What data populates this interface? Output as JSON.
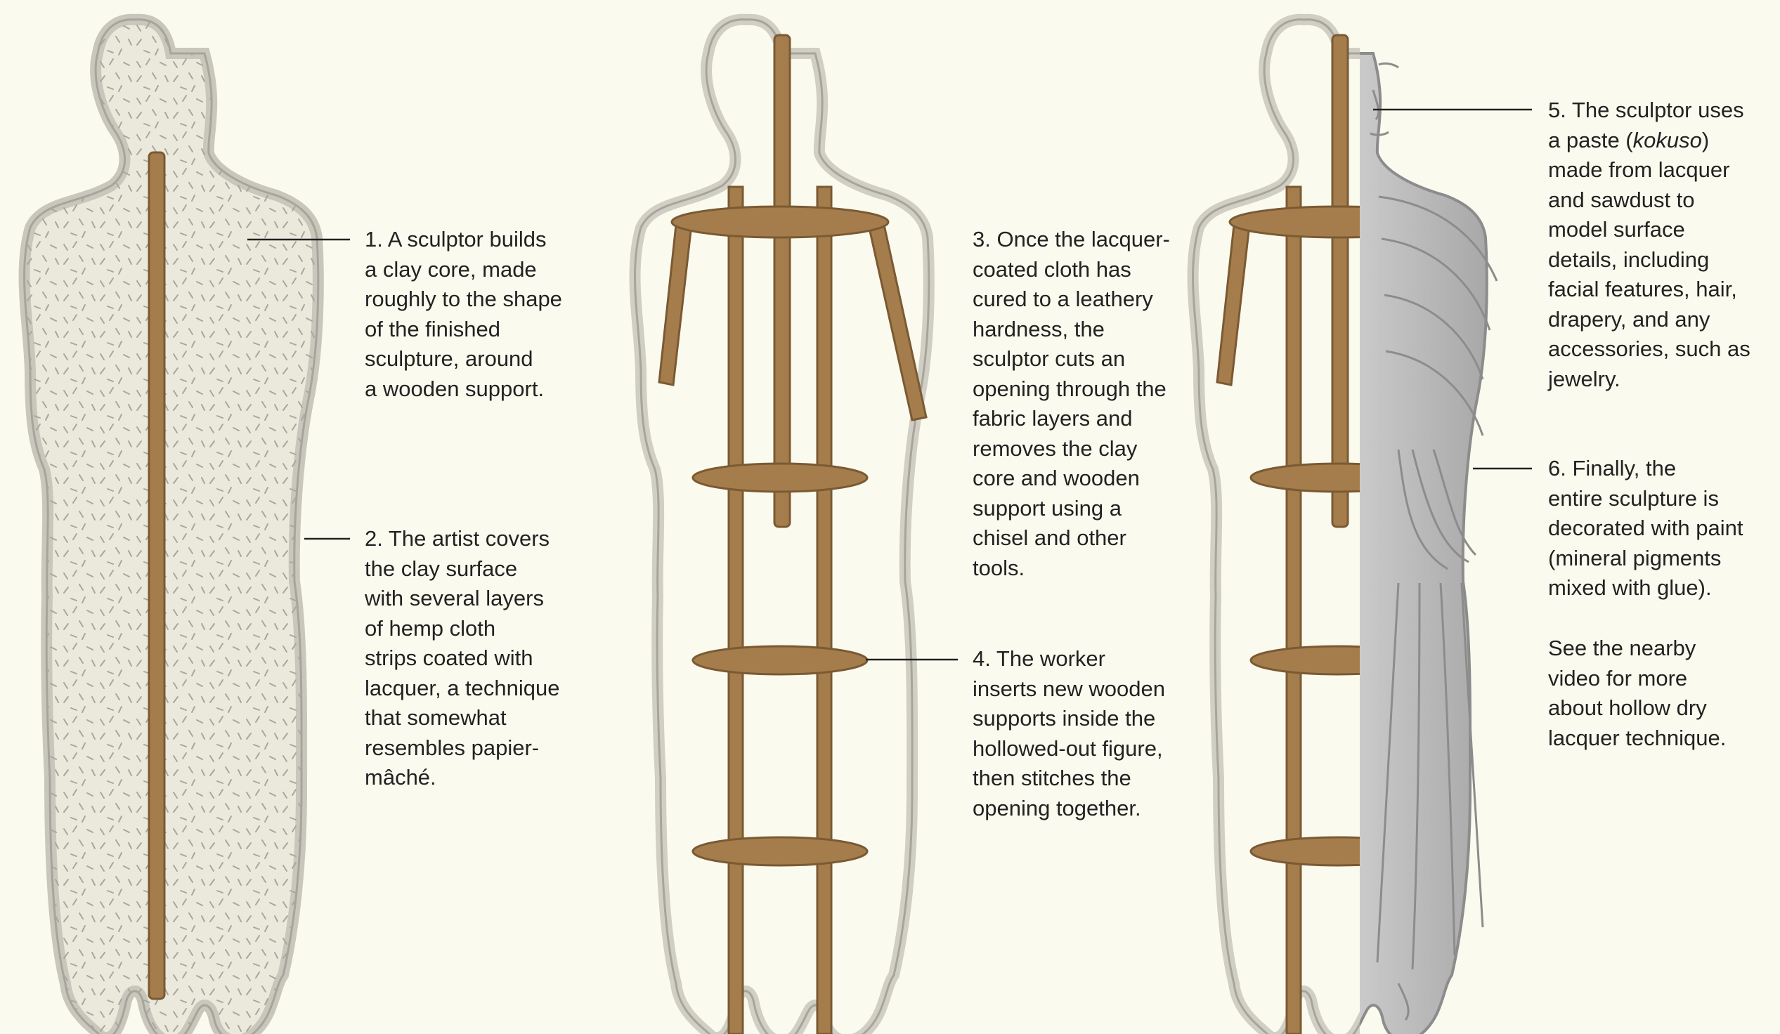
{
  "steps": [
    {
      "id": 1,
      "lines": [
        "1. A sculptor builds",
        "a clay core, made",
        "roughly to the shape",
        "of the finished",
        "sculpture, around",
        "a wooden support."
      ]
    },
    {
      "id": 2,
      "lines": [
        "2. The artist covers",
        "the clay surface",
        "with several layers",
        "of hemp cloth",
        "strips coated with",
        "lacquer, a technique",
        "that somewhat",
        "resembles papier-",
        "mâché."
      ]
    },
    {
      "id": 3,
      "lines": [
        "3. Once the lacquer-",
        "coated cloth has",
        "cured to a leathery",
        "hardness, the",
        "sculptor cuts an",
        "opening through the",
        "fabric layers and",
        "removes the clay",
        "core and wooden",
        "support using a",
        "chisel and other",
        "tools."
      ]
    },
    {
      "id": 4,
      "lines": [
        "4. The worker",
        "inserts new wooden",
        "supports inside the",
        "hollowed-out figure,",
        "then stitches the",
        "opening together."
      ]
    },
    {
      "id": 5,
      "line1": "5. The sculptor uses",
      "line2_pre": "a paste (",
      "line2_term": "kokuso",
      "line2_post": ")",
      "lines_rest": [
        "made from lacquer",
        "and sawdust to",
        "model surface",
        "details, including",
        "facial features, hair,",
        "drapery, and any",
        "accessories, such as",
        "jewelry."
      ]
    },
    {
      "id": 6,
      "lines": [
        "6. Finally, the",
        "entire sculpture is",
        "decorated with paint",
        "(mineral pigments",
        "mixed with glue)."
      ]
    }
  ],
  "note": {
    "lines": [
      "See the nearby",
      "video for more",
      "about hollow dry",
      "lacquer technique."
    ]
  },
  "colors": {
    "background": "#fbfaee",
    "clay": "#ebe9dc",
    "outline": "#a7a59b",
    "wood": "#a57d4c",
    "wood_dark": "#7a5a33",
    "statue": "#d3d3d3",
    "text": "#222222"
  }
}
